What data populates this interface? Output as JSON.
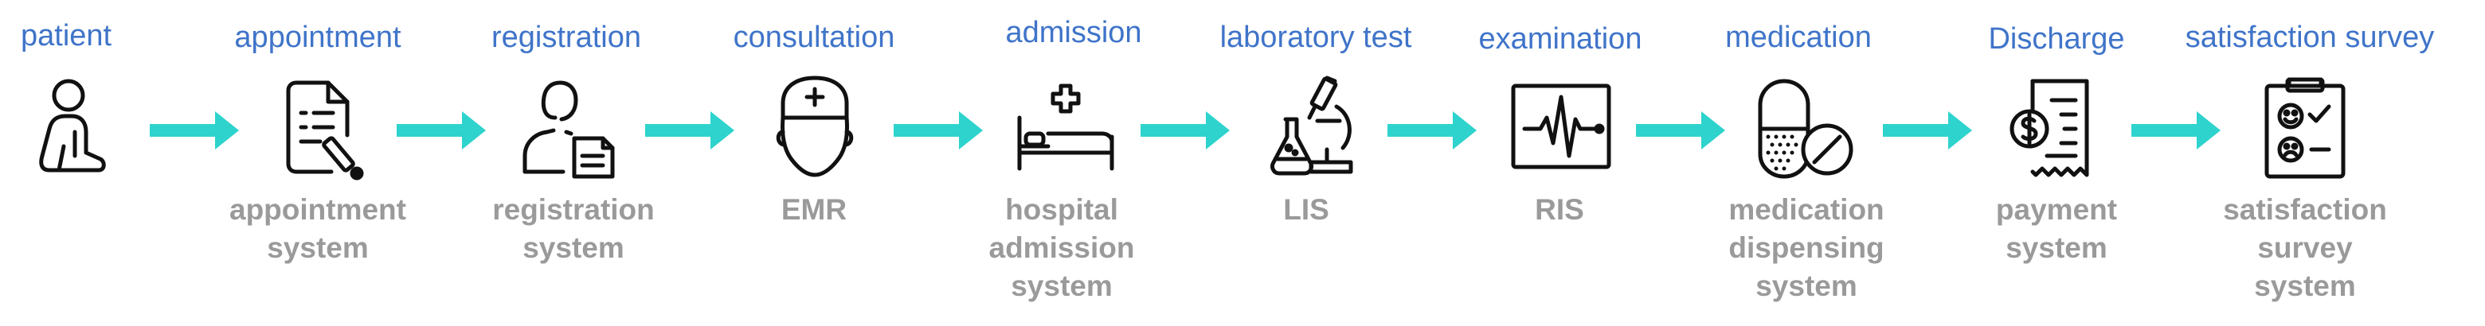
{
  "accent_color": "#2ed3cd",
  "title_color": "#3f74c9",
  "system_color": "#9a9a9a",
  "steps": [
    {
      "title": "patient",
      "icon": "patient-icon",
      "system_lines": []
    },
    {
      "title": "appointment",
      "icon": "appointment-document-icon",
      "system_lines": [
        "appointment",
        "system"
      ]
    },
    {
      "title": "registration",
      "icon": "registration-person-document-icon",
      "system_lines": [
        "registration",
        "system"
      ]
    },
    {
      "title": "consultation",
      "icon": "doctor-icon",
      "system_lines": [
        "EMR"
      ]
    },
    {
      "title": "admission",
      "icon": "hospital-bed-icon",
      "system_lines": [
        "hospital",
        "admission",
        "system"
      ]
    },
    {
      "title": "laboratory test",
      "icon": "microscope-flask-icon",
      "system_lines": [
        "LIS"
      ]
    },
    {
      "title": "examination",
      "icon": "heart-monitor-icon",
      "system_lines": [
        "RIS"
      ]
    },
    {
      "title": "medication",
      "icon": "pill-capsule-icon",
      "system_lines": [
        "medication",
        "dispensing",
        "system"
      ]
    },
    {
      "title": "Discharge",
      "icon": "payment-receipt-icon",
      "system_lines": [
        "payment",
        "system"
      ]
    },
    {
      "title": "satisfaction survey",
      "icon": "satisfaction-survey-icon",
      "system_lines": [
        "satisfaction",
        "survey",
        "system"
      ]
    }
  ]
}
